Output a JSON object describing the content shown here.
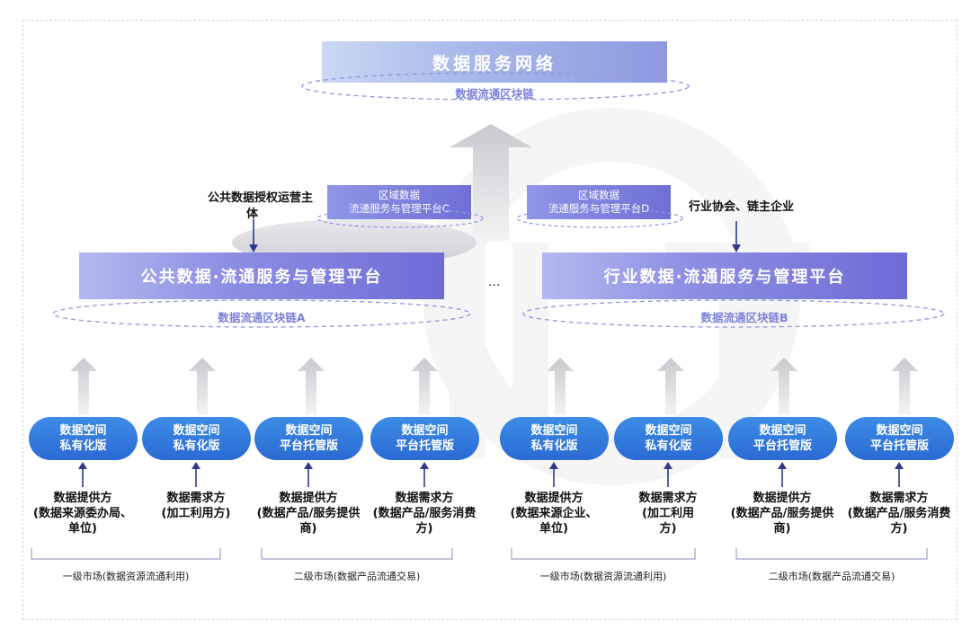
{
  "top": {
    "title": "数据服务网络",
    "chain": "数据流通区块链"
  },
  "region_c": {
    "line1": "区域数据",
    "line2": "流通服务与管理平台C"
  },
  "region_d": {
    "line1": "区域数据",
    "line2": "流通服务与管理平台D"
  },
  "left_operator": {
    "line1": "公共数据授权运营主",
    "line2": "体"
  },
  "right_operator": "行业协会、链主企业",
  "platform_a": {
    "title": "公共数据·流通服务与管理平台",
    "chain": "数据流通区块链A"
  },
  "platform_b": {
    "title": "行业数据·流通服务与管理平台",
    "chain": "数据流通区块链B"
  },
  "ellipsis": "...",
  "nodes": [
    {
      "line1": "数据空间",
      "line2": "私有化版"
    },
    {
      "line1": "数据空间",
      "line2": "私有化版"
    },
    {
      "line1": "数据空间",
      "line2": "平台托管版"
    },
    {
      "line1": "数据空间",
      "line2": "平台托管版"
    },
    {
      "line1": "数据空间",
      "line2": "私有化版"
    },
    {
      "line1": "数据空间",
      "line2": "私有化版"
    },
    {
      "line1": "数据空间",
      "line2": "平台托管版"
    },
    {
      "line1": "数据空间",
      "line2": "平台托管版"
    }
  ],
  "roles": [
    {
      "line1": "数据提供方",
      "line2": "(数据来源委办局、",
      "line3": "单位)"
    },
    {
      "line1": "数据需求方",
      "line2": "(加工利用方)",
      "line3": ""
    },
    {
      "line1": "数据提供方",
      "line2": "(数据产品/服务提供",
      "line3": "商)"
    },
    {
      "line1": "数据需求方",
      "line2": "(数据产品/服务消费",
      "line3": "方)"
    },
    {
      "line1": "数据提供方",
      "line2": "(数据来源企业、",
      "line3": "单位)"
    },
    {
      "line1": "数据需求方",
      "line2": "(加工利用",
      "line3": "方)"
    },
    {
      "line1": "数据提供方",
      "line2": "(数据产品/服务提供",
      "line3": "商)"
    },
    {
      "line1": "数据需求方",
      "line2": "(数据产品/服务消费",
      "line3": "方)"
    }
  ],
  "markets": [
    "一级市场(数据资源流通利用)",
    "二级市场(数据产品流通交易)",
    "一级市场(数据资源流通利用)",
    "二级市场(数据产品流通交易)"
  ],
  "colors": {
    "node_blue": "#2a6ad3",
    "platform_purple": "#6e6bd6",
    "chain_label": "#7a82d8"
  }
}
